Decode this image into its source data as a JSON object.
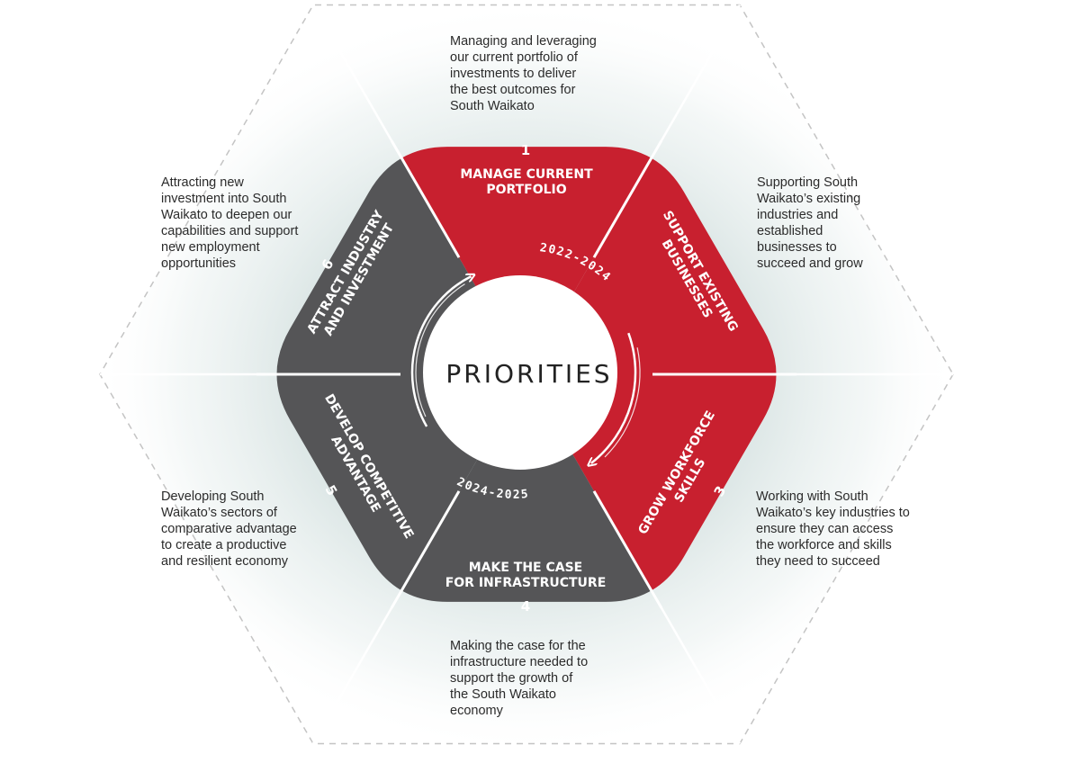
{
  "center": {
    "label": "PRIORITIES"
  },
  "periods": {
    "first": "2022-2024",
    "second": "2024-2025"
  },
  "colors": {
    "red": "#c8202f",
    "gray": "#555557",
    "white": "#ffffff",
    "glow": "#cfdcdc",
    "outline": "#c4c4c4",
    "text": "#2b2b2b"
  },
  "segments": [
    {
      "number": "1",
      "title_line1": "MANAGE CURRENT",
      "title_line2": "PORTFOLIO",
      "color": "red",
      "description": "Managing and leveraging\nour current portfolio of\ninvestments to deliver\nthe best outcomes for\nSouth Waikato"
    },
    {
      "number": "",
      "title_line1": "SUPPORT EXISTING",
      "title_line2": "BUSINESSES",
      "color": "red",
      "description": "Supporting South\nWaikato’s existing\nindustries and\nestablished\nbusinesses to\nsucceed and grow"
    },
    {
      "number": "3",
      "title_line1": "GROW WORKFORCE",
      "title_line2": "SKILLS",
      "color": "red",
      "description": "Working with South\nWaikato’s key industries to\nensure they can access\nthe workforce and skills\nthey need to succeed"
    },
    {
      "number": "4",
      "title_line1": "MAKE THE CASE",
      "title_line2": "FOR INFRASTRUCTURE",
      "color": "gray",
      "description": "Making the case for the\ninfrastructure needed to\nsupport the growth of\nthe South Waikato\neconomy"
    },
    {
      "number": "5",
      "title_line1": "DEVELOP COMPETITIVE",
      "title_line2": "ADVANTAGE",
      "color": "gray",
      "description": "Developing South\nWaikato’s sectors of\ncomparative advantage\nto create a productive\nand resilient economy"
    },
    {
      "number": "6",
      "title_line1": "ATTRACT INDUSTRY",
      "title_line2": "AND INVESTMENT",
      "color": "gray",
      "description": "Attracting new\ninvestment into South\nWaikato to deepen our\ncapabilities and support\nnew employment\nopportunities"
    }
  ]
}
